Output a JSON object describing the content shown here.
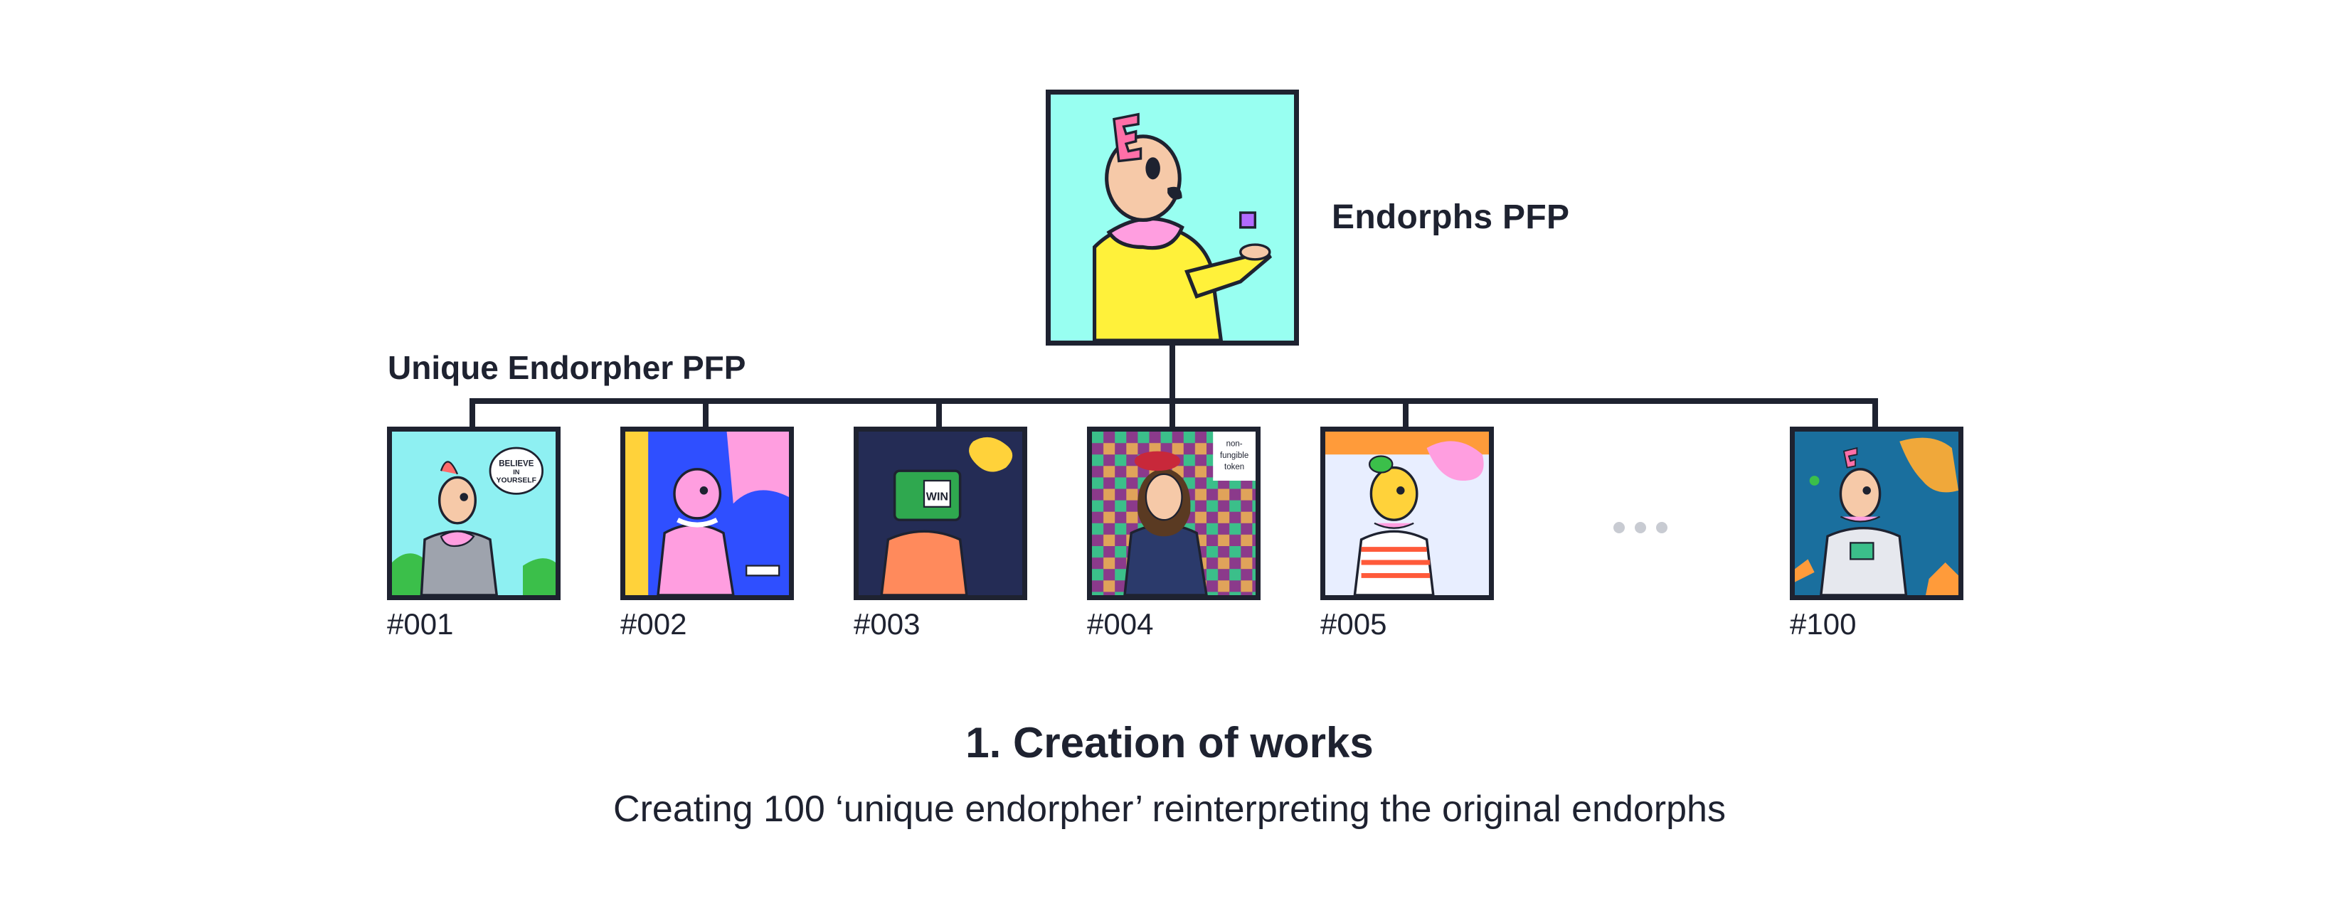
{
  "root": {
    "label": "Endorphs PFP",
    "background": "#98fff1",
    "shirt_color": "#fff13a",
    "scarf_color": "#ff9ee0"
  },
  "group": {
    "label": "Unique Endorpher PFP"
  },
  "children": [
    {
      "id": "#001",
      "bg": "#8ef0f2",
      "accent": "#9ea3ad",
      "text": "BELIEVE IN YOURSELF"
    },
    {
      "id": "#002",
      "bg": "#2f4fff",
      "accent": "#ff9ee0"
    },
    {
      "id": "#003",
      "bg": "#242c55",
      "accent": "#ff8a5c",
      "text": "WIN"
    },
    {
      "id": "#004",
      "bg": "#7a2e7a",
      "accent": "#2b3a6b",
      "text": "non- fungible token"
    },
    {
      "id": "#005",
      "bg": "#e8eeff",
      "accent": "#ff7b2e"
    },
    {
      "id": "#100",
      "bg": "#1a6f9e",
      "accent": "#e6e8ee"
    }
  ],
  "ellipsis": "...",
  "step": {
    "title": "1. Creation of works",
    "description": "Creating 100 ‘unique endorpher’ reinterpreting the original endorphs"
  }
}
